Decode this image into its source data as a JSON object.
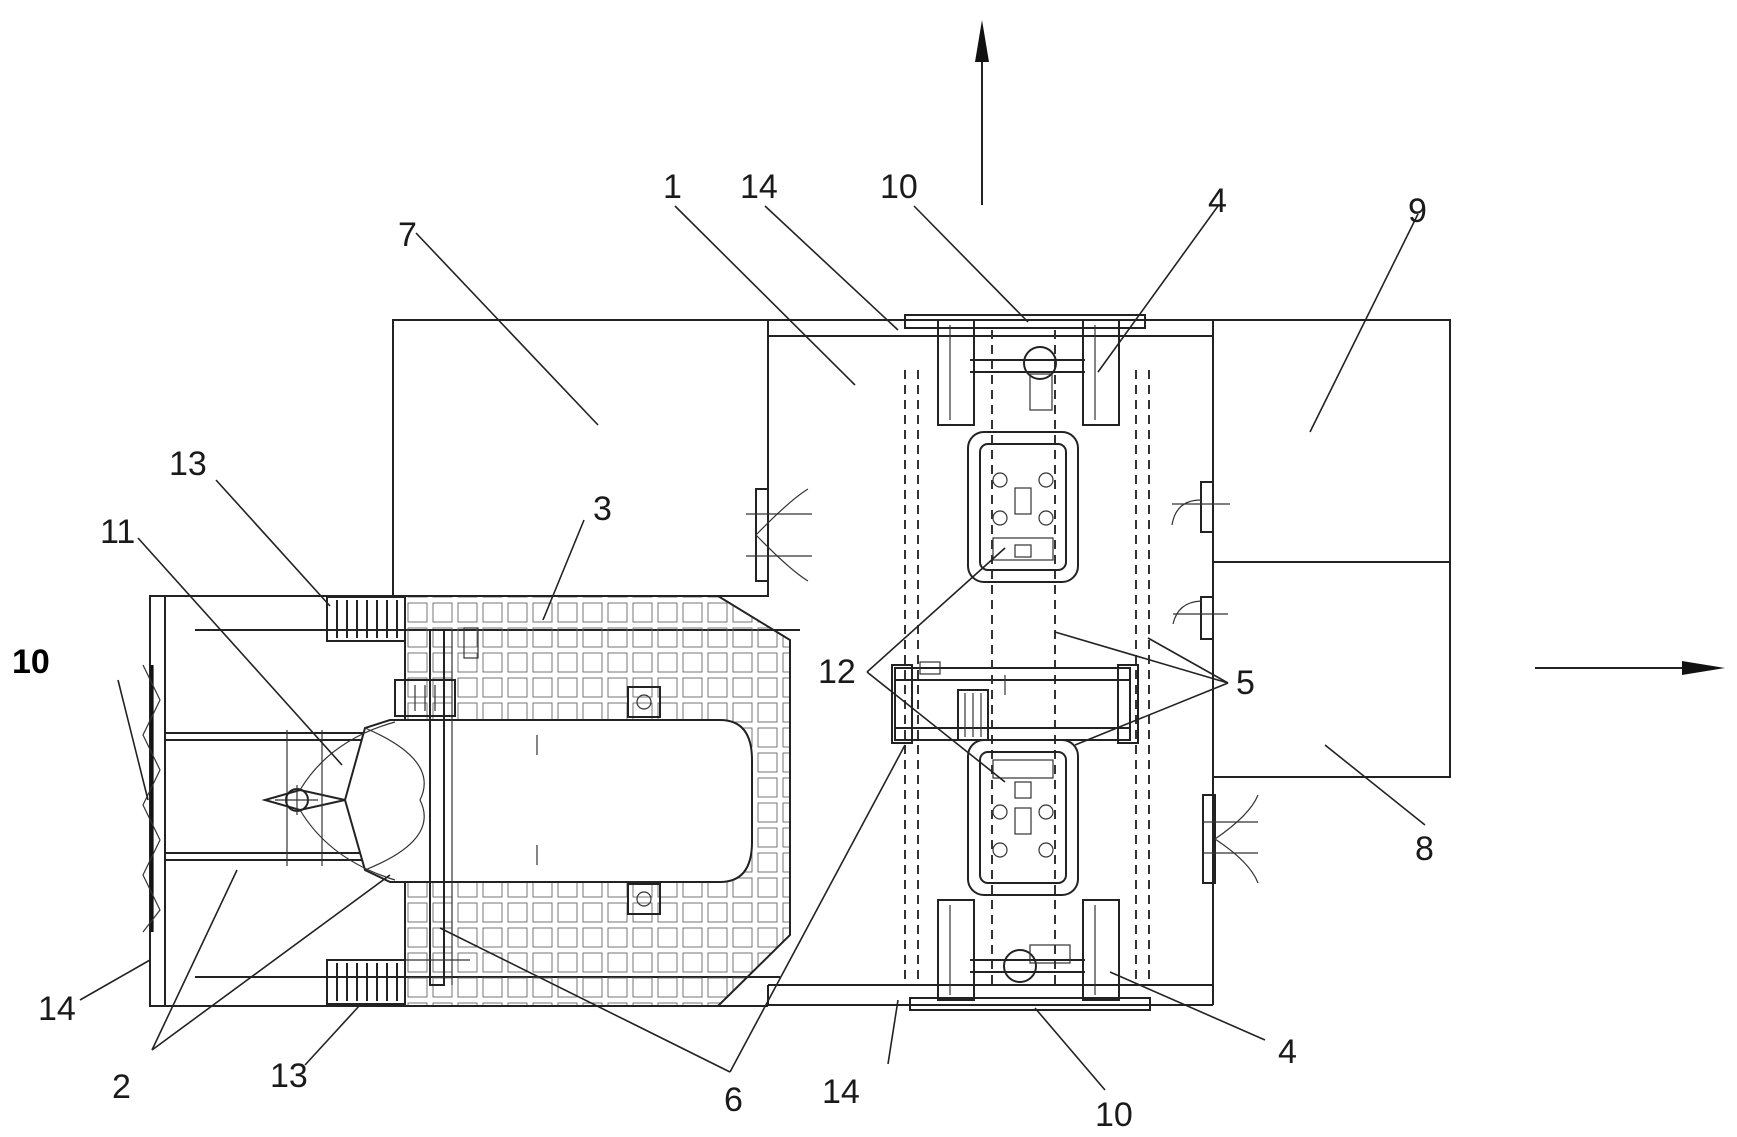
{
  "drawing": {
    "labels": {
      "l1": "1",
      "l2": "2",
      "l3": "3",
      "l4_top": "4",
      "l4_bottom": "4",
      "l5": "5",
      "l6": "6",
      "l7": "7",
      "l8": "8",
      "l9": "9",
      "l10_top": "10",
      "l10_left": "10",
      "l10_bottom": "10",
      "l11": "11",
      "l12": "12",
      "l13_top": "13",
      "l13_bottom": "13",
      "l14_top": "14",
      "l14_left": "14",
      "l14_bottom": "14"
    },
    "arrows": [
      {
        "id": "arrow-up",
        "direction": "up"
      },
      {
        "id": "arrow-right",
        "direction": "right"
      }
    ],
    "colors": {
      "line": "#222222",
      "background": "#ffffff"
    }
  }
}
